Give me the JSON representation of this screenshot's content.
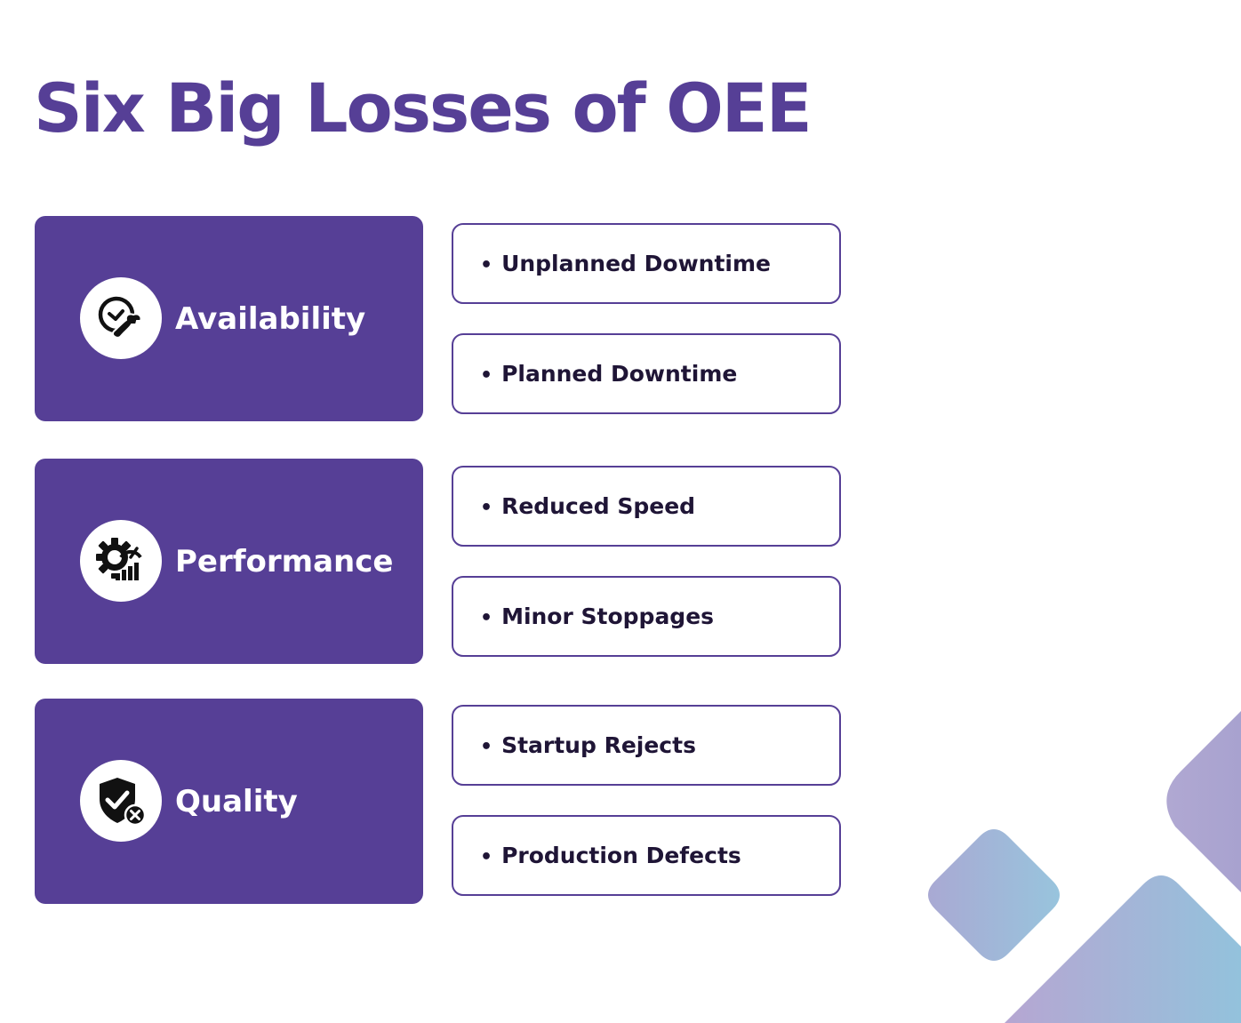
{
  "title": "Six Big Losses of OEE",
  "colors": {
    "brand_purple": "#563f96",
    "text_dark": "#1f1536",
    "decor_blue": "#96c2dd",
    "decor_lavender": "#b0a4cf"
  },
  "categories": [
    {
      "label": "Availability",
      "icon": "clock-wrench-icon",
      "losses": [
        {
          "bullet": "•",
          "text": "Unplanned Downtime"
        },
        {
          "bullet": "•",
          "text": "Planned Downtime"
        }
      ]
    },
    {
      "label": "Performance",
      "icon": "gear-gauge-chart-icon",
      "losses": [
        {
          "bullet": "•",
          "text": "Reduced Speed"
        },
        {
          "bullet": "•",
          "text": "Minor Stoppages"
        }
      ]
    },
    {
      "label": "Quality",
      "icon": "shield-check-x-icon",
      "losses": [
        {
          "bullet": "•",
          "text": "Startup Rejects"
        },
        {
          "bullet": "•",
          "text": "Production Defects"
        }
      ]
    }
  ]
}
